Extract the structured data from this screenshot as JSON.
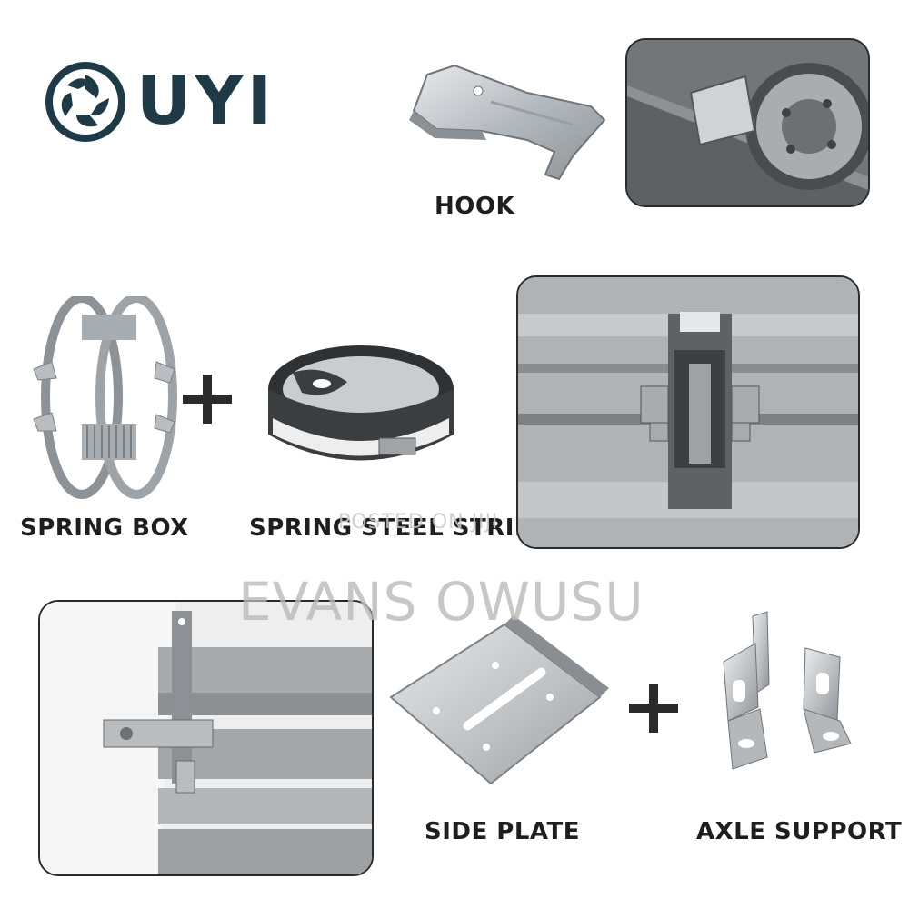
{
  "brand": {
    "name": "UYI",
    "logo_icon": "aperture-swirl-icon",
    "color": "#1f3a46"
  },
  "labels": {
    "hook": "HOOK",
    "spring_box": "SPRING BOX",
    "spring_steel_strip": "SPRING STEEL STRIP",
    "side_plate": "SIDE PLATE",
    "axle_support": "AXLE SUPPORT"
  },
  "watermark": {
    "line1": "POSTED ON JIJI",
    "line2": "EVANS OWUSU"
  },
  "icons": [
    "plus-icon",
    "plus-icon"
  ]
}
